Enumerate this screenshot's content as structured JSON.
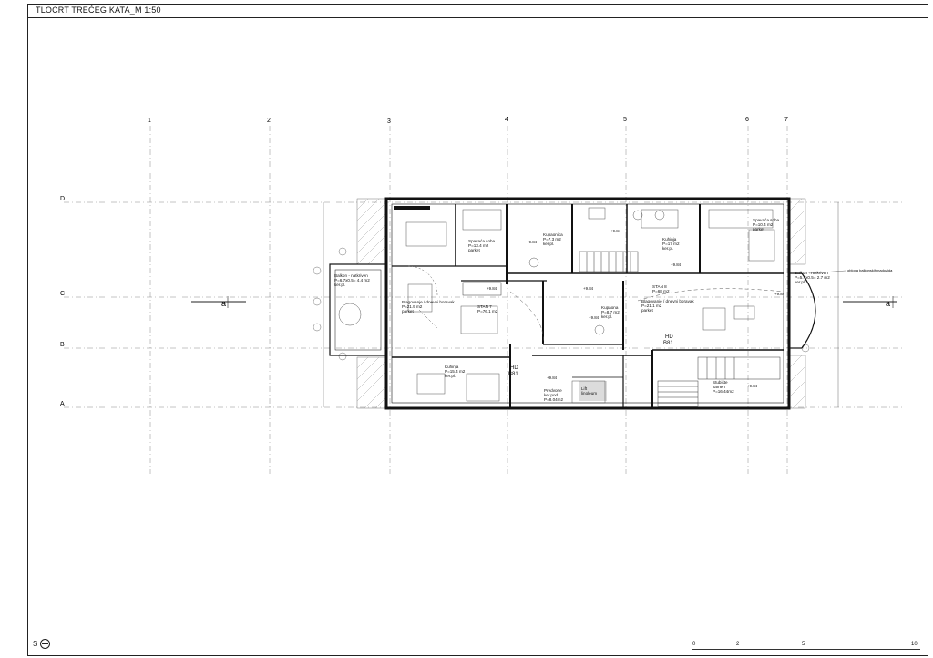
{
  "sheet": {
    "title": "TLOCRT TREĆEG KATA_M 1:50",
    "north_label": "S"
  },
  "grid": {
    "columns": [
      "1",
      "2",
      "3",
      "4",
      "5",
      "6",
      "7"
    ],
    "rows": [
      "D",
      "C",
      "B",
      "A"
    ],
    "section_label": "a"
  },
  "rooms": {
    "spavaca_left": [
      "Spavaća soba",
      "P=13.4 m2",
      "parket"
    ],
    "kupaonica_top": [
      "Kupaonica",
      "P=7.3 m2",
      "ker.pl."
    ],
    "kuhinja_top": [
      "Kuhinja",
      "P=17 m2",
      "ker.pl."
    ],
    "spavaca_right": [
      "Spavaća soba",
      "P=10.4 m2",
      "parket"
    ],
    "balkon_left": [
      "Balkon - natkriven",
      "P=6.7x0.5= 4.4 m2",
      "ker.pl."
    ],
    "blagovanje_left": [
      "Blagovanje / dnevni boravak",
      "P=21.9 m2",
      "parket"
    ],
    "stan7": [
      "STAN 7",
      "P=76.1 m2"
    ],
    "stan8": [
      "STAN 8",
      "P=68 m2"
    ],
    "kupaona_mid": [
      "Kupaona",
      "P=8.7 m2",
      "ker.pl."
    ],
    "blagovanje_right": [
      "Blagovanje / dnevni boravak",
      "P=21.1 m2",
      "parket"
    ],
    "balkon_right": [
      "Balkon - natkriven",
      "P=5.4x0.5= 2.7 m2",
      "ker.pl."
    ],
    "kuhinja_bottom": [
      "Kuhinja",
      "P=15.4 m2",
      "ker.pl."
    ],
    "predvorje": [
      "Predvorje",
      "ker.pod",
      "P=8.04m2"
    ],
    "lift": [
      "Lift",
      "linoleum"
    ],
    "stubiste": [
      "Stubište",
      "kamen",
      "P=16.44m2"
    ]
  },
  "elevations": [
    "+9.84",
    "+9.84",
    "+9.84",
    "+9.84",
    "+9.84",
    "+9.84",
    "+9.84",
    "+9.84",
    "+9.84"
  ],
  "door_tags": [
    "HD",
    "B81",
    "HD",
    "B81"
  ],
  "notes": {
    "right_note": "obloga balkonskih nadozida"
  },
  "scale": [
    "0",
    "2",
    "5",
    "10"
  ]
}
